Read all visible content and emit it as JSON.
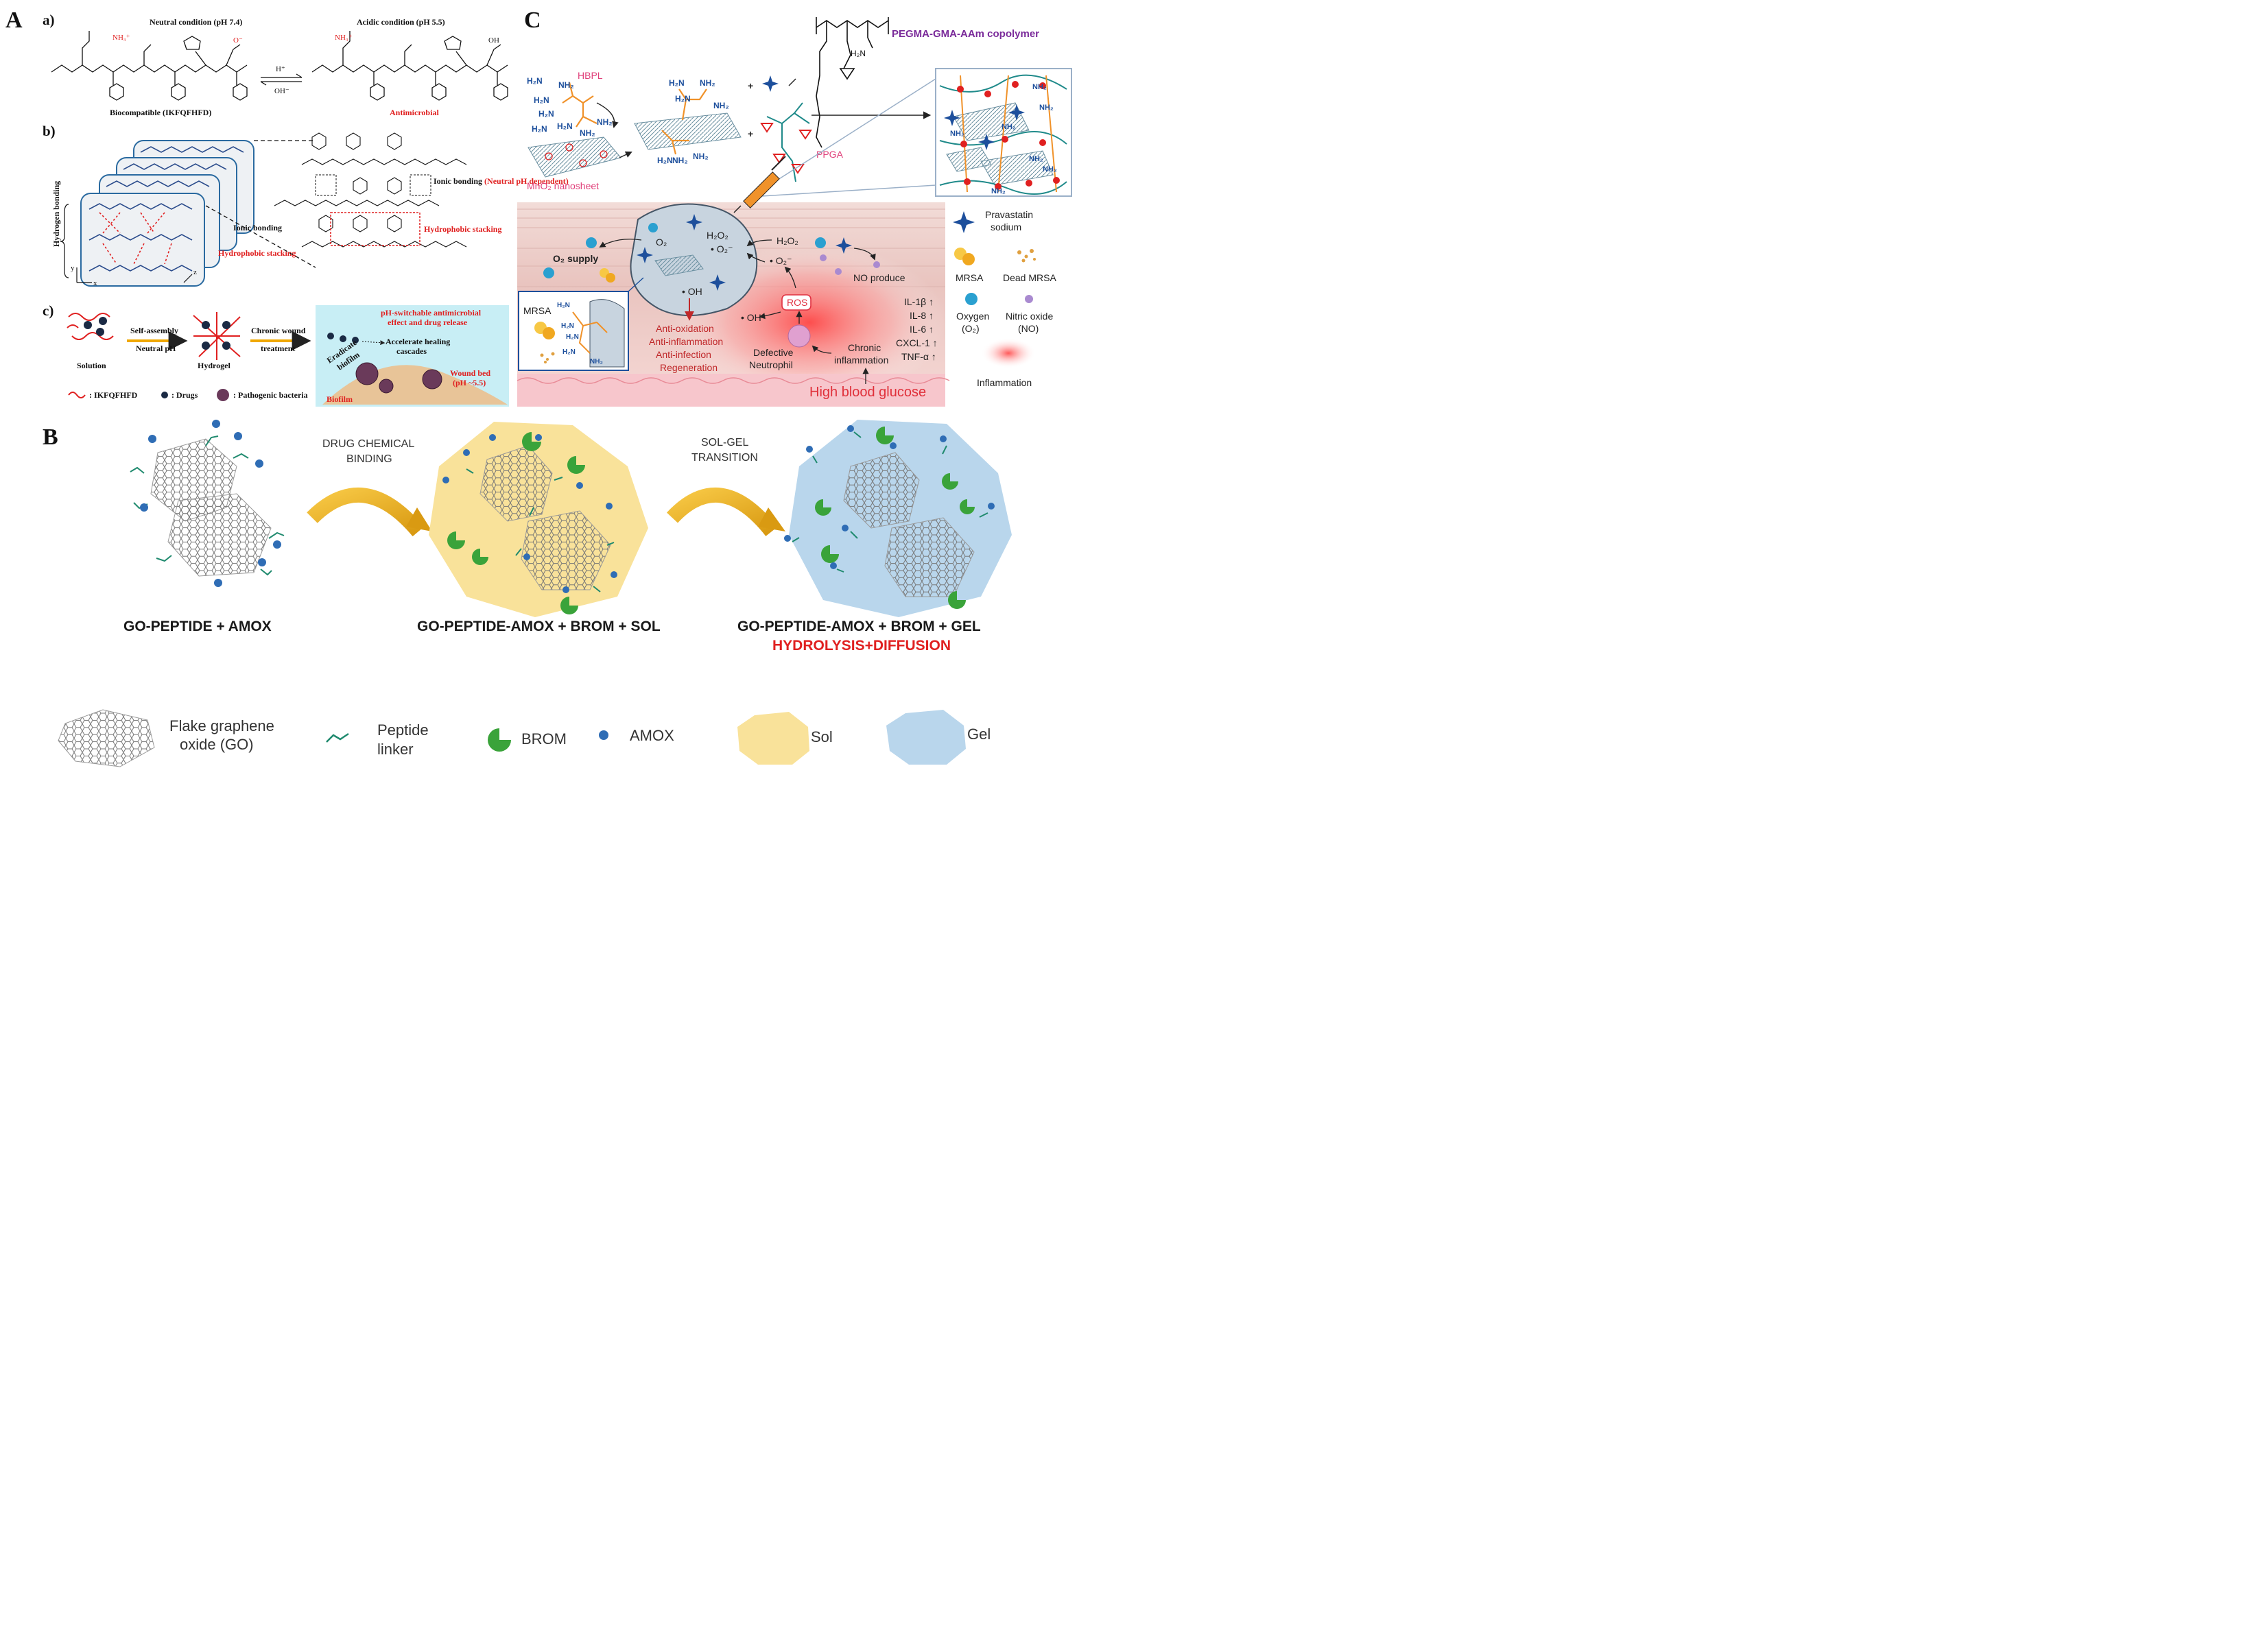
{
  "panelA": {
    "letter": "A",
    "a": {
      "label": "a)",
      "neutral_title": "Neutral condition (pH 7.4)",
      "acidic_title": "Acidic condition (pH 5.5)",
      "neutral_caption": "Biocompatible (IKFQFHFD)",
      "acidic_caption": "Antimicrobial",
      "arrow_top": "H⁺",
      "arrow_bottom": "OH⁻"
    },
    "b": {
      "label": "b)",
      "hydrogen_bonding": "Hydrogen bonding",
      "ionic_bonding": "Ionic bonding",
      "hydrophobic_stacking": "Hydrophobic stacking",
      "ionic_note_black": "Ionic bonding",
      "ionic_note_red": "(Neutral pH dependent)",
      "hydrophobic_note": "Hydrophobic stacking",
      "axis_x": "x",
      "axis_y": "y",
      "axis_z": "z"
    },
    "c": {
      "label": "c)",
      "solution": "Solution",
      "self_assembly": "Self-assembly",
      "neutral_ph": "Neutral pH",
      "hydrogel": "Hydrogel",
      "chronic_wound": "Chronic wound",
      "treatment": "treatment",
      "ph_switch": "pH-switchable antimicrobial effect and drug release",
      "accelerate": "Accelerate healing cascades",
      "eradicate": "Eradicate biofilm",
      "wound_bed": "Wound bed (pH ~5.5)",
      "biofilm": "Biofilm",
      "legend_peptide": ": IKFQFHFD",
      "legend_drugs": ": Drugs",
      "legend_bacteria": ": Pathogenic bacteria"
    }
  },
  "panelB": {
    "letter": "B",
    "step1": "DRUG CHEMICAL BINDING",
    "step2": "SOL-GEL TRANSITION",
    "caption1": "GO-PEPTIDE + AMOX",
    "caption2": "GO-PEPTIDE-AMOX + BROM + SOL",
    "caption3": "GO-PEPTIDE-AMOX + BROM + GEL",
    "caption3_red": "HYDROLYSIS+DIFFUSION",
    "legend": {
      "go": "Flake graphene oxide (GO)",
      "peptide": "Peptide linker",
      "brom": "BROM",
      "amox": "AMOX",
      "sol": "Sol",
      "gel": "Gel"
    },
    "colors": {
      "sol": "#f9e29a",
      "gel": "#b9d6ec",
      "brom": "#3aa33a",
      "amox": "#2f6db5",
      "linker": "#1f8a6e"
    }
  },
  "panelC": {
    "letter": "C",
    "hbpl": "HBPL",
    "mno2": "MnO₂ nanosheet",
    "ppga": "PPGA",
    "copolymer": "PEGMA-GMA-AAm copolymer",
    "o2_supply": "O₂ supply",
    "h2o2_left": "H₂O₂",
    "h2o2_right": "H₂O₂",
    "o2": "O₂",
    "o2_radical_a": "• O₂⁻",
    "o2_radical_b": "• O₂⁻",
    "oh_a": "• OH",
    "oh_b": "• OH",
    "no_produce": "NO produce",
    "ros": "ROS",
    "defective": "Defective Neutrophil",
    "chronic": "Chronic inflammation",
    "cytokines": [
      "IL-1β ↑",
      "IL-8 ↑",
      "IL-6 ↑",
      "CXCL-1 ↑",
      "TNF-α ↑"
    ],
    "effects": [
      "Anti-oxidation",
      "Anti-inflammation",
      "Anti-infection",
      "Regeneration"
    ],
    "high_glucose": "High blood glucose",
    "mrsa_inset": "MRSA",
    "legend": {
      "pravastatin": "Pravastatin sodium",
      "mrsa": "MRSA",
      "dead_mrsa": "Dead MRSA",
      "oxygen": "Oxygen (O₂)",
      "nitric": "Nitric oxide (NO)",
      "inflammation": "Inflammation"
    },
    "colors": {
      "pink": "#e0407a",
      "purple": "#7a2a9a",
      "blue": "#1d4f9c",
      "red": "#c0282a"
    }
  }
}
